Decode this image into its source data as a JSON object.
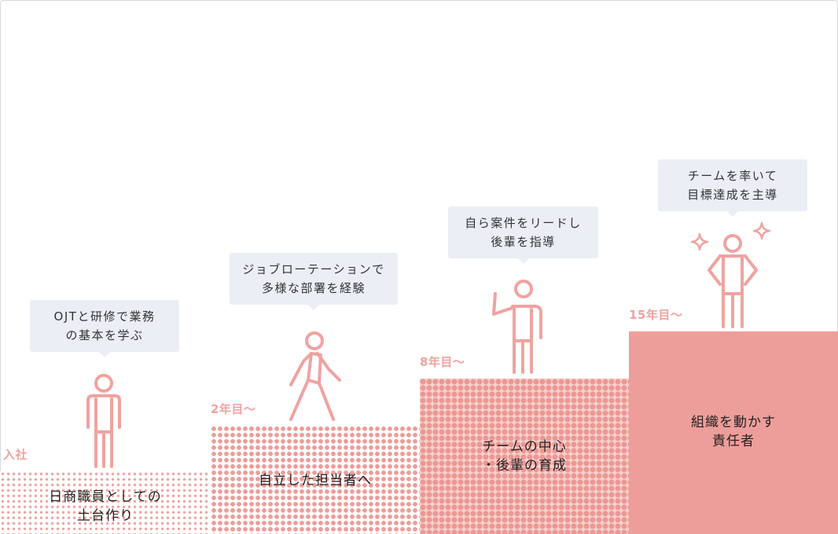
{
  "colors": {
    "accent": "#f0a3a0",
    "step_solid": "#ee9e9a",
    "bubble_bg": "#eceef5",
    "figure_stroke": "#f0a3a0"
  },
  "stages": [
    {
      "year": "入社",
      "description": [
        "日商職員としての",
        "土台作り"
      ],
      "bubble": [
        "OJTと研修で業務",
        "の基本を学ぶ"
      ],
      "figure_icon": "standing-person-icon"
    },
    {
      "year": "2年目〜",
      "description": [
        "自立した担当者へ"
      ],
      "bubble": [
        "ジョブローテーションで",
        "多様な部署を経験"
      ],
      "figure_icon": "walking-person-icon"
    },
    {
      "year": "8年目〜",
      "description": [
        "チームの中心",
        "・後輩の育成"
      ],
      "bubble": [
        "自ら案件をリードし",
        "後輩を指導"
      ],
      "figure_icon": "waving-person-icon"
    },
    {
      "year": "15年目〜",
      "description": [
        "組織を動かす",
        "責任者"
      ],
      "bubble": [
        "チームを率いて",
        "目標達成を主導"
      ],
      "figure_icon": "confident-person-icon"
    }
  ],
  "decorations": [
    "sparkle-icon",
    "sparkle-icon"
  ]
}
